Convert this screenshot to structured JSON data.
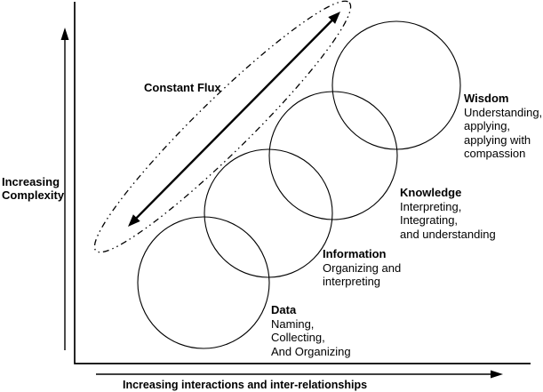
{
  "diagram": {
    "y_axis": {
      "label_lines": [
        "Increasing",
        "Complexity"
      ]
    },
    "x_axis": {
      "label": "Increasing interactions and inter-relationships"
    },
    "flux_label": "Constant Flux",
    "stages": [
      {
        "name": "Data",
        "description_lines": [
          "Naming,",
          "Collecting,",
          "And Organizing"
        ]
      },
      {
        "name": "Information",
        "description_lines": [
          "Organizing and",
          "interpreting"
        ]
      },
      {
        "name": "Knowledge",
        "description_lines": [
          "Interpreting,",
          "Integrating,",
          "and understanding"
        ]
      },
      {
        "name": "Wisdom",
        "description_lines": [
          "Understanding,",
          "applying,",
          "applying with",
          "compassion"
        ]
      }
    ],
    "colors": {
      "ink": "#000000",
      "background": "#ffffff"
    }
  }
}
